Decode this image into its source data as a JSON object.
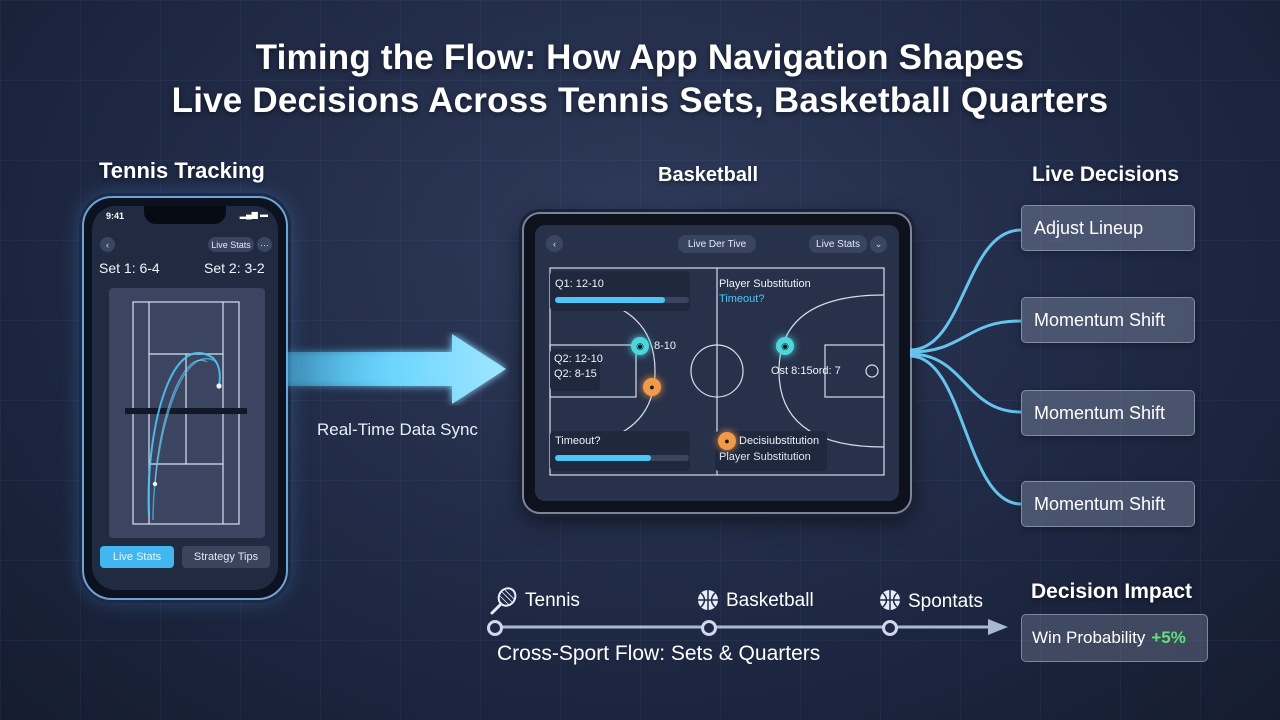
{
  "title_line1": "Timing the Flow: How App Navigation Shapes",
  "title_line2": "Live Decisions Across Tennis Sets, Basketball Quarters",
  "tennis": {
    "label": "Tennis Tracking",
    "status_time": "9:41",
    "status_icons": "▂▄▆ ▬",
    "live_stats_pill": "Live Stats",
    "more": "···",
    "back": "‹",
    "set1": "Set 1: 6-4",
    "set2": "Set 2: 3-2",
    "btn_live_stats": "Live Stats",
    "btn_strategy": "Strategy Tips"
  },
  "sync_label": "Real-Time Data Sync",
  "basketball": {
    "label": "Basketball",
    "back": "‹",
    "center_pill": "Live Der Tive",
    "right_pill": "Live Stats",
    "dropdown": "⌄",
    "q1": "Q1: 12-10",
    "q1_progress": 0.82,
    "player_sub": "Player Substitution",
    "timeout_q": "Timeout?",
    "score_left": "8-10",
    "q2a": "Q2: 12-10",
    "q2b": "Q2: 8-15",
    "center_right": "Ost 8:15ord: 7",
    "timeout_bottom": "Timeout?",
    "bottom_progress": 0.72,
    "decisub": "Decisiubstitution",
    "player_sub2": "Player Substitution"
  },
  "decisions": {
    "label": "Live Decisions",
    "items": [
      "Adjust Lineup",
      "Momentum Shift",
      "Momentum Shift",
      "Momentum Shift"
    ]
  },
  "timeline": {
    "items": [
      {
        "label": "Tennis",
        "icon": "tennis-racket-icon"
      },
      {
        "label": "Basketball",
        "icon": "basketball-icon"
      },
      {
        "label": "Spontats",
        "icon": "ball-icon"
      }
    ],
    "caption": "Cross-Sport Flow: Sets & Quarters"
  },
  "impact": {
    "label": "Decision Impact",
    "text": "Win Probability",
    "value": "+5%"
  },
  "colors": {
    "accent_cyan": "#4cc6f6",
    "accent_orange": "#f29a4a",
    "positive_green": "#5ee07a"
  }
}
